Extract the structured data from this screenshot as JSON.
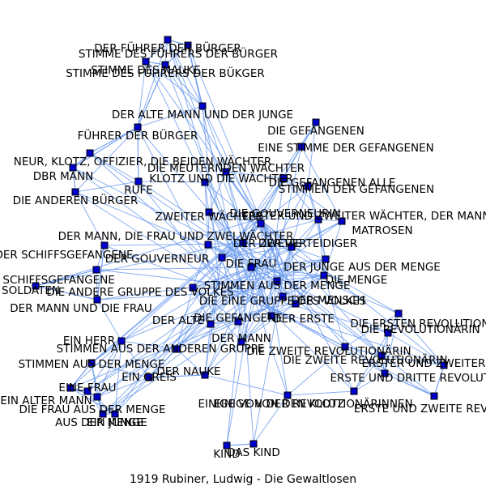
{
  "title": "1919  Rubiner,  Ludwig  -  Die  Gewaltlosen",
  "colors": {
    "edge": "#6495ED",
    "node": "#0000CD",
    "background": "#ffffff"
  },
  "nodes": [
    {
      "id": 0,
      "label": "DER FÜHRER DER BÜRGER"
    },
    {
      "id": 1,
      "label": "STIMME DES FÜHRERS DER BÜRGER"
    },
    {
      "id": 2,
      "label": "STIMME DES NAUKE"
    },
    {
      "id": 3,
      "label": "STIMME DES FÜHRERS DER BÜKGER"
    },
    {
      "id": 4,
      "label": "DER ALTE MANN UND DER JUNGE"
    },
    {
      "id": 5,
      "label": "FÜHRER DER BÜRGER"
    },
    {
      "id": 6,
      "label": "DIE GEFANGENEN"
    },
    {
      "id": 7,
      "label": "EINE STIMME DER GEFANGENEN"
    },
    {
      "id": 8,
      "label": "NEUR, KLOTZ, OFFIZIER, DIE BEIDEN WÄCHTER"
    },
    {
      "id": 9,
      "label": "DBR MANN"
    },
    {
      "id": 10,
      "label": "DIE MEUTERNDEN WÄCHTER"
    },
    {
      "id": 11,
      "label": "KLOTZ UND DIE WÄCHTER"
    },
    {
      "id": 12,
      "label": "RUFE"
    },
    {
      "id": 13,
      "label": "DIE ANDEREN BÜRGER"
    },
    {
      "id": 14,
      "label": "ERSTER UND ZWEITER WÄCHTER, DER MANN UND DIE FRAU"
    },
    {
      "id": 15,
      "label": "ZWEITER WÄCHTER"
    },
    {
      "id": 16,
      "label": "MATROSEN"
    },
    {
      "id": 17,
      "label": "DER MANN, DIE FRAU UND ZWEI WÄCHTER"
    },
    {
      "id": 18,
      "label": "DER SCHIFFSGEFANGENE"
    },
    {
      "id": 19,
      "label": "DER GOUVERNEUR"
    },
    {
      "id": 20,
      "label": "DER JUNGE AUS DER MENGE"
    },
    {
      "id": 21,
      "label": "DIE SCHIFFSGEFANGENE"
    },
    {
      "id": 22,
      "label": "SOLDATEN"
    },
    {
      "id": 23,
      "label": "STIMMEN AUS DER MENGE"
    },
    {
      "id": 24,
      "label": "DIE ANDERE GRUPPE DES VOLKES"
    },
    {
      "id": 25,
      "label": "DER MANN UND DIE FRAU"
    },
    {
      "id": 26,
      "label": "DIE EINE GRUPPE DES VOLKES"
    },
    {
      "id": 27,
      "label": "DIE ERSTEN REVOLUTIONÄRE"
    },
    {
      "id": 28,
      "label": "DIE ZWEITE REVOLUTIONÄRIN"
    },
    {
      "id": 29,
      "label": "DIE REVOLUTIONÄRIN"
    },
    {
      "id": 30,
      "label": "DIE ZWEITE REVOLUTIONÄRIN"
    },
    {
      "id": 31,
      "label": "ERSTER UND ZWEITER REVOLUTIONÄR"
    },
    {
      "id": 32,
      "label": "ERSTE UND DRITTE REVOLUTIONÄRIN"
    },
    {
      "id": 33,
      "label": "ERSTE UND ZWEITE REVOLUTIONÄRIN"
    },
    {
      "id": 34,
      "label": "DIE GEFANGENE"
    },
    {
      "id": 35,
      "label": "DER MANN"
    },
    {
      "id": 36,
      "label": "EIN HERR"
    },
    {
      "id": 37,
      "label": "STIMMEN AUS DER ANDEREN GRUPPE"
    },
    {
      "id": 38,
      "label": "STIMMEN AUS DER MENGE"
    },
    {
      "id": 39,
      "label": "EIN ALTER MANN"
    },
    {
      "id": 40,
      "label": "EINE FRAU"
    },
    {
      "id": 41,
      "label": "DIE FRAU AUS DER MENGE"
    },
    {
      "id": 42,
      "label": "AUS DER MENGE"
    },
    {
      "id": 43,
      "label": "EIN JUNGE"
    },
    {
      "id": 44,
      "label": "EIN GREIS"
    },
    {
      "id": 45,
      "label": "DER NAUKE"
    },
    {
      "id": 46,
      "label": "EINIGE VON DEN KLOTZ"
    },
    {
      "id": 47,
      "label": "EINIGE VON DER REVOLUTIONÄRINNEN"
    },
    {
      "id": 48,
      "label": "KIND"
    },
    {
      "id": 49,
      "label": "DAS KIND"
    },
    {
      "id": 50,
      "label": "DER MENSCH"
    },
    {
      "id": 51,
      "label": "DIE GEFANGENEN ALLE"
    },
    {
      "id": 52,
      "label": "DIE GOUVERNEURIN"
    },
    {
      "id": 53,
      "label": "DIE FRAU"
    },
    {
      "id": 54,
      "label": "DER VERTEIDIGER"
    },
    {
      "id": 55,
      "label": "DER ZWEITE"
    },
    {
      "id": 56,
      "label": "DER ERSTE"
    },
    {
      "id": 57,
      "label": "DIE MENGE"
    },
    {
      "id": 58,
      "label": "DER ALTE"
    },
    {
      "id": 59,
      "label": "STIMMEN DER GEFANGENEN"
    }
  ]
}
